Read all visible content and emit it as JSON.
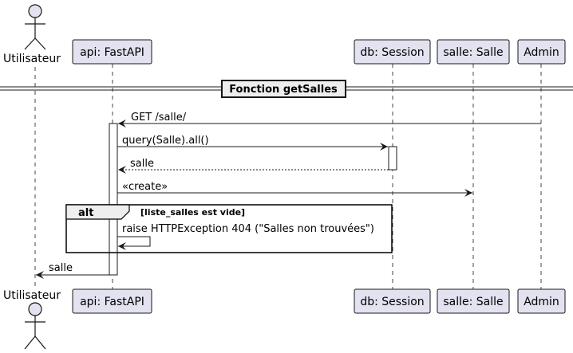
{
  "participants": [
    {
      "id": "utilisateur",
      "kind": "actor",
      "label": "Utilisateur"
    },
    {
      "id": "api",
      "kind": "box",
      "label": "api: FastAPI"
    },
    {
      "id": "db",
      "kind": "box",
      "label": "db: Session"
    },
    {
      "id": "salle",
      "kind": "box",
      "label": "salle: Salle"
    },
    {
      "id": "admin",
      "kind": "box",
      "label": "Admin"
    }
  ],
  "divider": {
    "label": "Fonction getSalles"
  },
  "messages": [
    {
      "from": "admin",
      "to": "api",
      "label": "GET /salle/",
      "style": "solid"
    },
    {
      "from": "api",
      "to": "db",
      "label": "query(Salle).all()",
      "style": "solid"
    },
    {
      "from": "db",
      "to": "api",
      "label": "salle",
      "style": "dashed"
    },
    {
      "from": "api",
      "to": "salle",
      "label": "«create»",
      "style": "solid"
    },
    {
      "from": "api",
      "to": "api",
      "label": "raise HTTPException 404 (\"Salles non trouvées\")",
      "style": "self"
    },
    {
      "from": "api",
      "to": "utilisateur",
      "label": "salle",
      "style": "solid"
    }
  ],
  "fragment": {
    "keyword": "alt",
    "condition": "[liste_salles est vide]"
  },
  "colors": {
    "participant_fill": "#E2E2F0",
    "participant_border": "#181818",
    "activation_fill": "#ffffff",
    "divider_fill": "#EEEEEE",
    "line": "#181818"
  }
}
